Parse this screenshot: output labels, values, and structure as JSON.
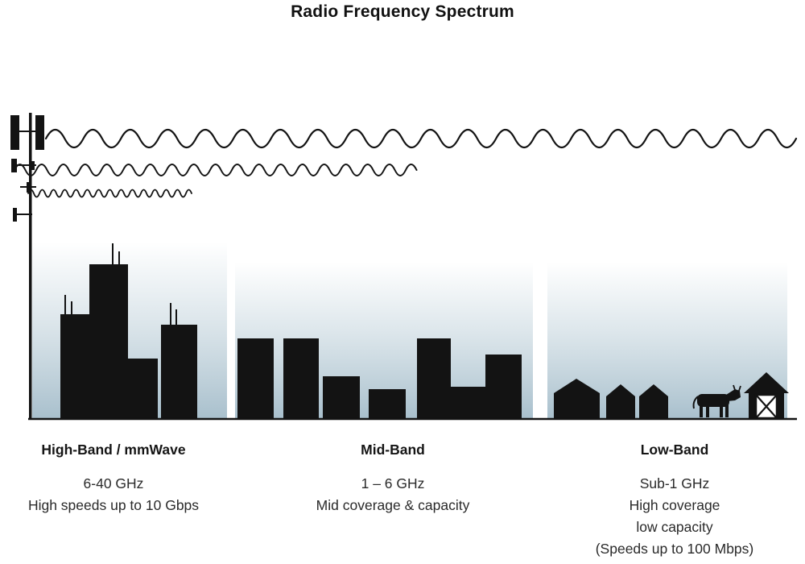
{
  "title": "Radio Frequency Spectrum",
  "bands": [
    {
      "name": "High-Band / mmWave",
      "lines": [
        "6-40 GHz",
        "High speeds up to 10 Gbps"
      ]
    },
    {
      "name": "Mid-Band",
      "lines": [
        "1 – 6 GHz",
        "Mid coverage & capacity"
      ]
    },
    {
      "name": "Low-Band",
      "lines": [
        "Sub-1 GHz",
        "High coverage",
        "low capacity",
        "(Speeds up to 100 Mbps)"
      ]
    }
  ],
  "scene": {
    "waves": [
      "low-frequency-wave",
      "mid-frequency-wave",
      "high-frequency-wave"
    ],
    "icons": [
      "cell-tower-icon",
      "city-skyline-icon",
      "suburb-skyline-icon",
      "house-icon",
      "cow-icon",
      "barn-icon"
    ]
  },
  "colors": {
    "silhouette": "#131313",
    "sky_bottom": "#a9c0cd",
    "text": "#1f1f1f"
  }
}
